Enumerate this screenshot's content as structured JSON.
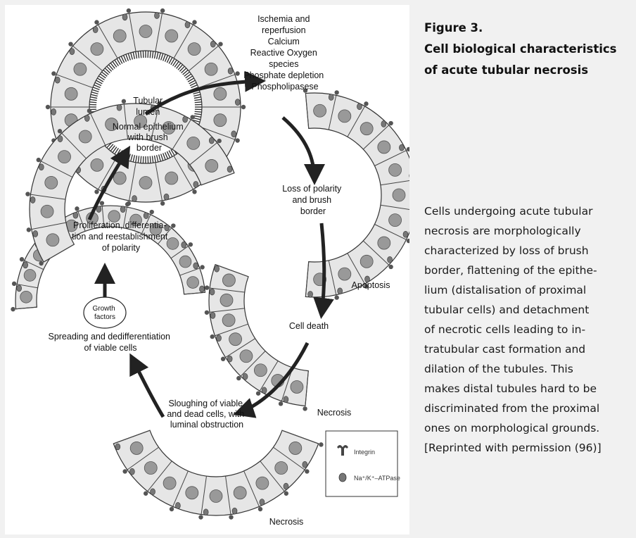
{
  "figure": {
    "title_lines": [
      "Figure 3.",
      "Cell biological characteristics",
      "of acute tubular necrosis"
    ],
    "caption_lines": [
      "Cells undergoing acute tubular",
      "necrosis are morphologically",
      "characterized by loss of brush",
      "border, flattening of the epithe-",
      "lium (distalisation of proximal",
      "tubular cells) and detachment",
      "of necrotic cells leading to in-",
      "tratubular cast formation and",
      "dilation of the tubules. This",
      "makes distal tubules hard to be",
      "discriminated from the proximal",
      "ones on morphological grounds.",
      "[Reprinted with permission (96)]"
    ]
  },
  "diagram": {
    "stage_normal": [
      "Tubular",
      "lumen",
      "Normal epithelium",
      "with brush",
      "border"
    ],
    "insults": [
      "Ischemia and",
      "reperfusion",
      "Calcium",
      "Reactive Oxygen",
      "species",
      "Phosphate depletion",
      "Phospholipasese"
    ],
    "stage_polarity": [
      "Loss of  polarity",
      "and brush",
      "border"
    ],
    "apoptosis": "Apoptosis",
    "cell_death": "Cell death",
    "necrosis_right": "Necrosis",
    "sloughing": [
      "Sloughing of viable",
      "and dead cells, with",
      "luminal obstruction"
    ],
    "necrosis_bottom": "Necrosis",
    "spreading": [
      "Spreading and dedifferentiation",
      "of viable cells"
    ],
    "growth_factors": [
      "Growth",
      "factors"
    ],
    "proliferation": [
      "Proliferation, differentia-",
      "tion and reestablishment",
      "of polarity"
    ]
  },
  "legend": {
    "integrin": "Integrin",
    "atpase": "Na⁺/K⁺–ATPase"
  }
}
